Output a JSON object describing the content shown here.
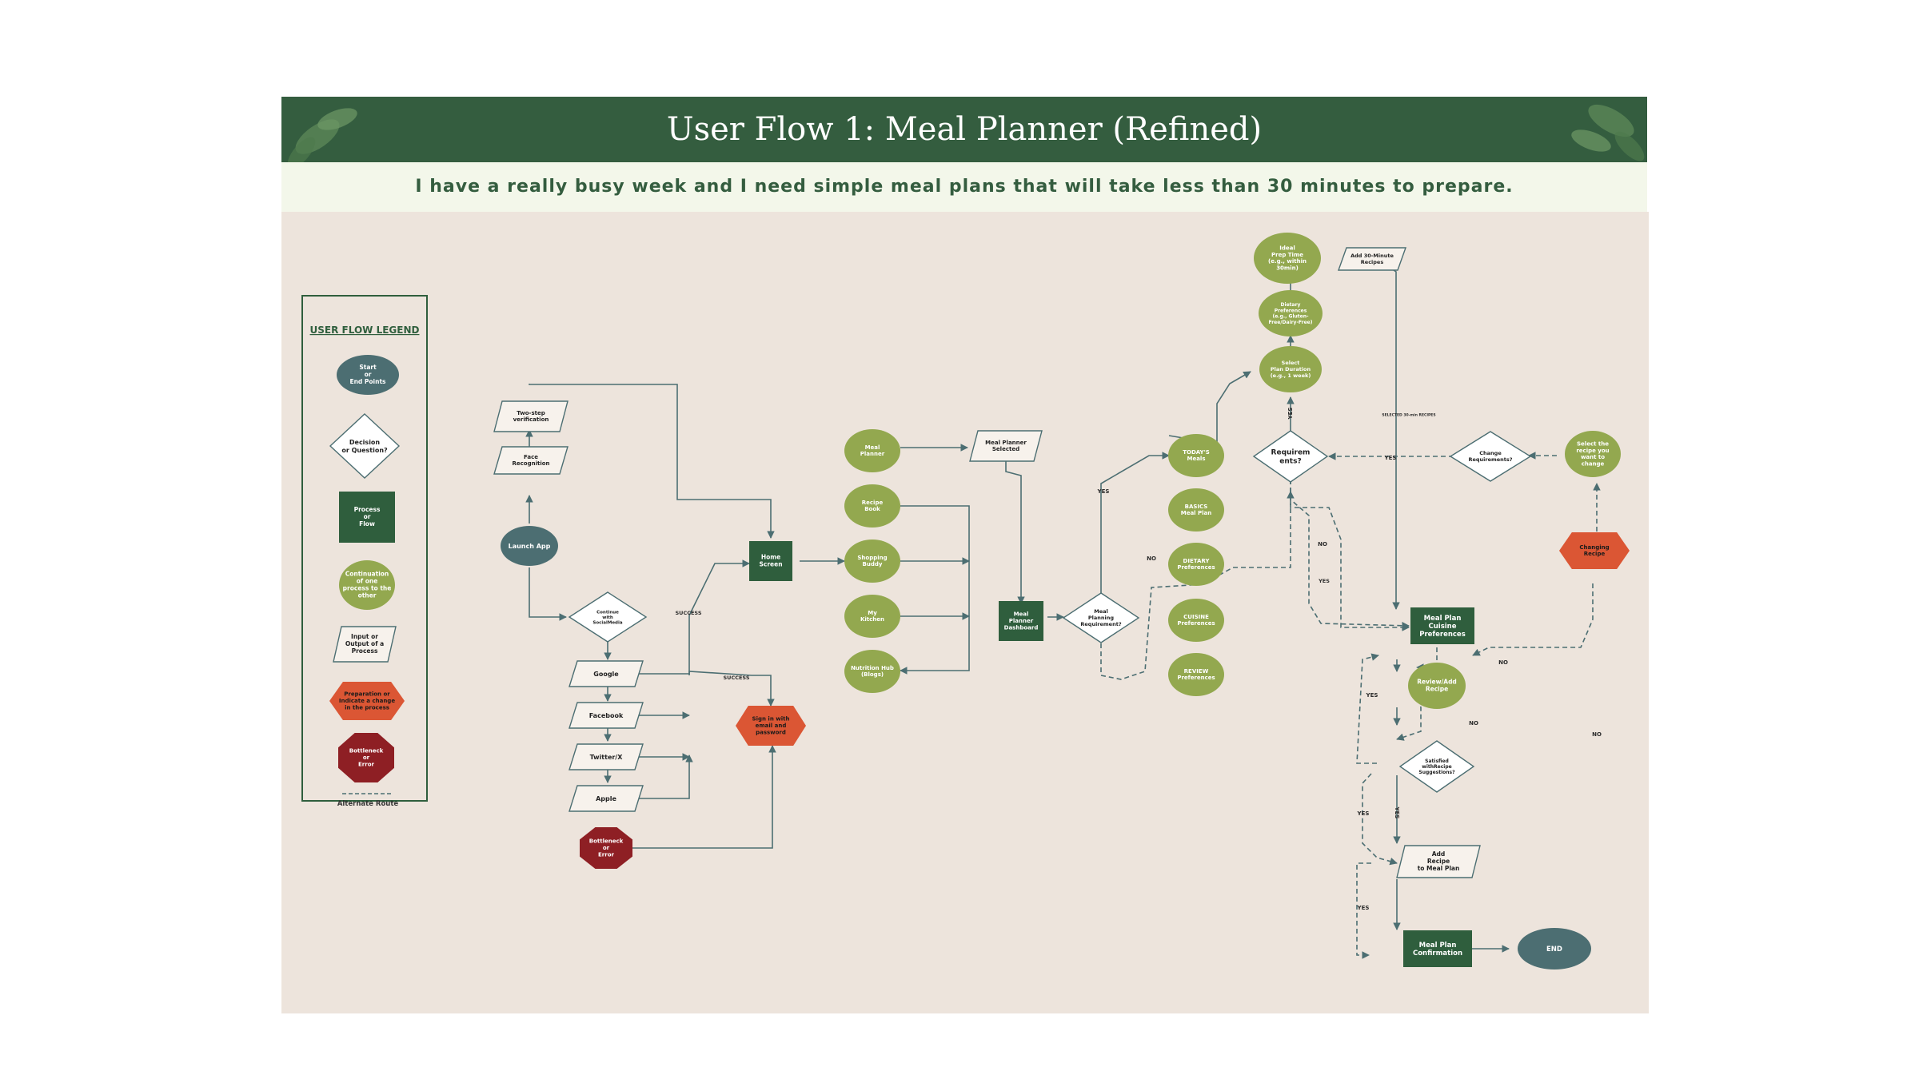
{
  "title": "User Flow 1: Meal Planner (Refined)",
  "subtitle": "I have a really busy week and I need simple meal plans that will take less than 30 minutes to prepare.",
  "colors": {
    "header_green": "#345d3f",
    "subtitle_bg": "#f3f7ea",
    "canvas_bg": "#ede4dc",
    "start_end": "#4c6e72",
    "process": "#2f5e3d",
    "continuation": "#93a84f",
    "preparation": "#db5634",
    "error": "#8e1f24",
    "line": "#4c6e72"
  },
  "legend": {
    "title": "USER FLOW LEGEND",
    "items": [
      {
        "label": "Start\nor\nEnd Points"
      },
      {
        "label": "Decision\nor Question?"
      },
      {
        "label": "Process\nor\nFlow"
      },
      {
        "label": "Continuation\nof one\nprocess to the\nother"
      },
      {
        "label": "Input or\nOutput of a\nProcess"
      },
      {
        "label": "Preparation or\nIndicate a change\nin the process"
      },
      {
        "label": "Bottleneck\nor\nError"
      }
    ],
    "alternate_route": "Alternate Route"
  },
  "nodes": {
    "launch_app": "Launch App",
    "face_recognition": "Face\nRecognition",
    "two_step": "Two-step\nverification",
    "continue_social": "Continue\nwith\nSocialMedia",
    "google": "Google",
    "facebook": "Facebook",
    "twitter": "Twitter/X",
    "apple": "Apple",
    "bottleneck": "Bottleneck\nor\nError",
    "sign_in_email": "Sign in with\nemail and\npassword",
    "home_screen": "Home\nScreen",
    "meal_planner": "Meal\nPlanner",
    "recipe_book": "Recipe\nBook",
    "shopping_buddy": "Shopping\nBuddy",
    "my_kitchen": "My\nKitchen",
    "nutrition_hub": "Nutrition Hub\n(Blogs)",
    "meal_planner_selected": "Meal Planner\nSelected",
    "meal_planner_dashboard": "Meal\nPlanner\nDashboard",
    "meal_planning_requirement": "Meal\nPlanning\nRequirement?",
    "todays_meals": "TODAY'S\nMeals",
    "basics_meal_plan": "BASICS\nMeal Plan",
    "dietary_preferences_1": "DIETARY\nPreferences",
    "cuisine_preferences_1": "CUISINE\nPreferences",
    "review_preferences": "REVIEW\nPreferences",
    "requirements_q": "Requirem\nents?",
    "select_plan_duration": "Select\nPlan Duration\n(e.g., 1 week)",
    "dietary_preferences_2": "Dietary\nPreferences\n(e.g., Gluten-\nFree/Dairy-Free)",
    "ideal_prep_time": "Ideal\nPrep Time\n(e.g., within\n30min)",
    "add_30_min_recipes": "Add 30-Minute\nRecipes",
    "change_requirements": "Change\nRequirements?",
    "select_recipe_change": "Select the\nrecipe you\nwant to\nchange",
    "changing_recipe": "Changing\nRecipe",
    "cuisine_preferences_2": "Meal Plan\nCuisine\nPreferences",
    "review_add_recipe": "Review/Add\nRecipe",
    "satisfied_q": "Satisfied\nwithRecipe\nSuggestions?",
    "add_recipe_to_plan": "Add\nRecipe\nto Meal Plan",
    "meal_plan_confirmation": "Meal Plan\nConfirmation",
    "end": "END"
  },
  "edge_labels": {
    "success_1": "SUCCESS",
    "success_2": "SUCCESS",
    "yes_1": "YES",
    "no_1": "NO",
    "yes_2": "YES",
    "yes_3": "YES",
    "no_2": "NO",
    "yes_4": "YES",
    "selected": "SELECTED 30-min RECIPES",
    "no_3": "NO",
    "no_4": "NO",
    "yes_5": "YES",
    "no_5": "NO",
    "yes_6": "YES",
    "yes_7": "YES",
    "yes_8": "YES"
  }
}
